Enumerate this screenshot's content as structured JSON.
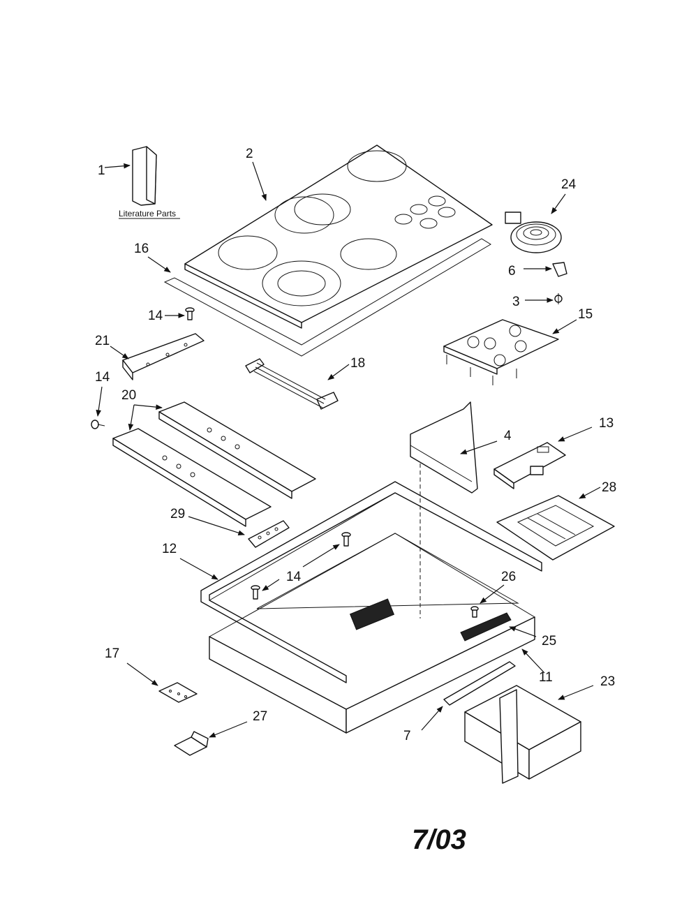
{
  "diagram": {
    "literature_caption": "Literature Parts",
    "date_code": "7/03",
    "part_labels": [
      {
        "id": "label-1",
        "text": "1"
      },
      {
        "id": "label-2",
        "text": "2"
      },
      {
        "id": "label-24",
        "text": "24"
      },
      {
        "id": "label-16",
        "text": "16"
      },
      {
        "id": "label-6",
        "text": "6"
      },
      {
        "id": "label-3",
        "text": "3"
      },
      {
        "id": "label-14a",
        "text": "14"
      },
      {
        "id": "label-15",
        "text": "15"
      },
      {
        "id": "label-21",
        "text": "21"
      },
      {
        "id": "label-18",
        "text": "18"
      },
      {
        "id": "label-14b",
        "text": "14"
      },
      {
        "id": "label-20",
        "text": "20"
      },
      {
        "id": "label-4",
        "text": "4"
      },
      {
        "id": "label-13",
        "text": "13"
      },
      {
        "id": "label-28",
        "text": "28"
      },
      {
        "id": "label-29",
        "text": "29"
      },
      {
        "id": "label-12",
        "text": "12"
      },
      {
        "id": "label-14c",
        "text": "14"
      },
      {
        "id": "label-26",
        "text": "26"
      },
      {
        "id": "label-25",
        "text": "25"
      },
      {
        "id": "label-17",
        "text": "17"
      },
      {
        "id": "label-11",
        "text": "11"
      },
      {
        "id": "label-23",
        "text": "23"
      },
      {
        "id": "label-27",
        "text": "27"
      },
      {
        "id": "label-7",
        "text": "7"
      }
    ]
  }
}
